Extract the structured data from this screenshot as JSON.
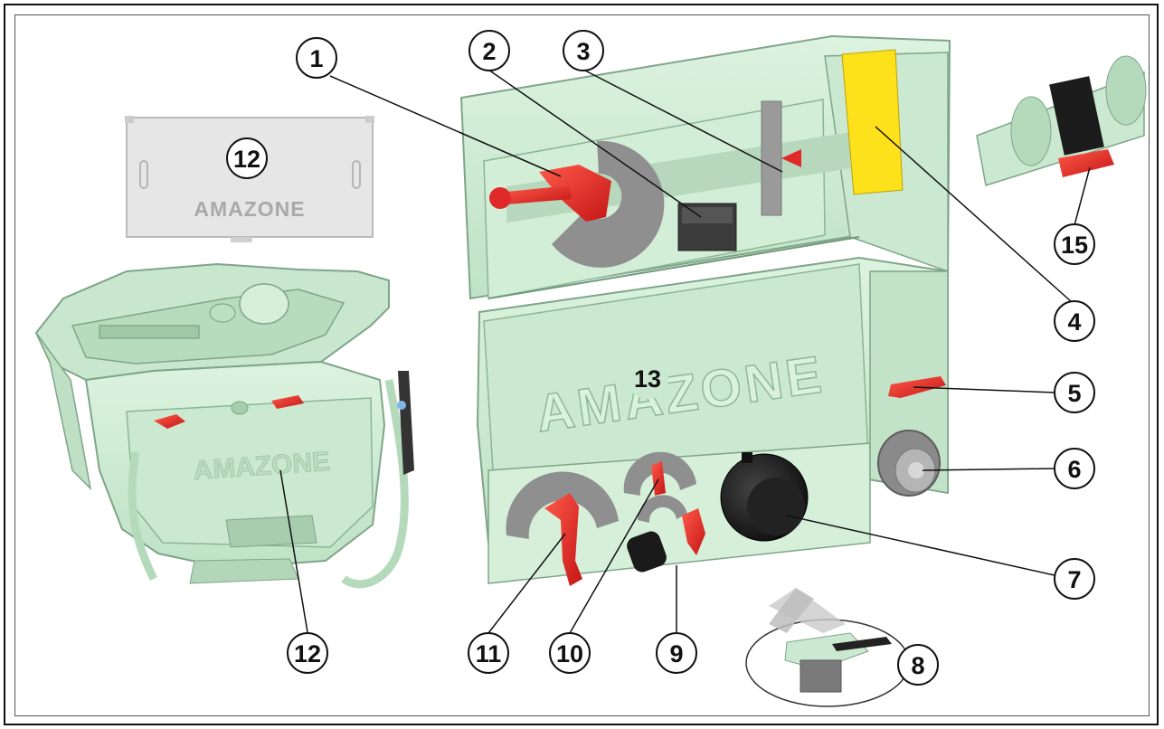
{
  "figure": {
    "cover_brand": "AMAZONE",
    "panel_brand": "AMAZONE",
    "colors": {
      "machine": "#cdebd2",
      "machine_shade": "#a9cfb1",
      "handle_red": "#e02a2a",
      "gauge_grey": "#8f8f8f",
      "label_yellow": "#fde11a",
      "cover_grey": "#e4e4e4"
    }
  },
  "callouts": [
    {
      "id": "c1",
      "label": "1"
    },
    {
      "id": "c2",
      "label": "2"
    },
    {
      "id": "c3",
      "label": "3"
    },
    {
      "id": "c4",
      "label": "4"
    },
    {
      "id": "c5",
      "label": "5"
    },
    {
      "id": "c6",
      "label": "6"
    },
    {
      "id": "c7",
      "label": "7"
    },
    {
      "id": "c8",
      "label": "8"
    },
    {
      "id": "c9",
      "label": "9"
    },
    {
      "id": "c10",
      "label": "10"
    },
    {
      "id": "c11",
      "label": "11"
    },
    {
      "id": "c12a",
      "label": "12"
    },
    {
      "id": "c12b",
      "label": "12"
    },
    {
      "id": "c13",
      "label": "13"
    },
    {
      "id": "c15",
      "label": "15"
    }
  ]
}
